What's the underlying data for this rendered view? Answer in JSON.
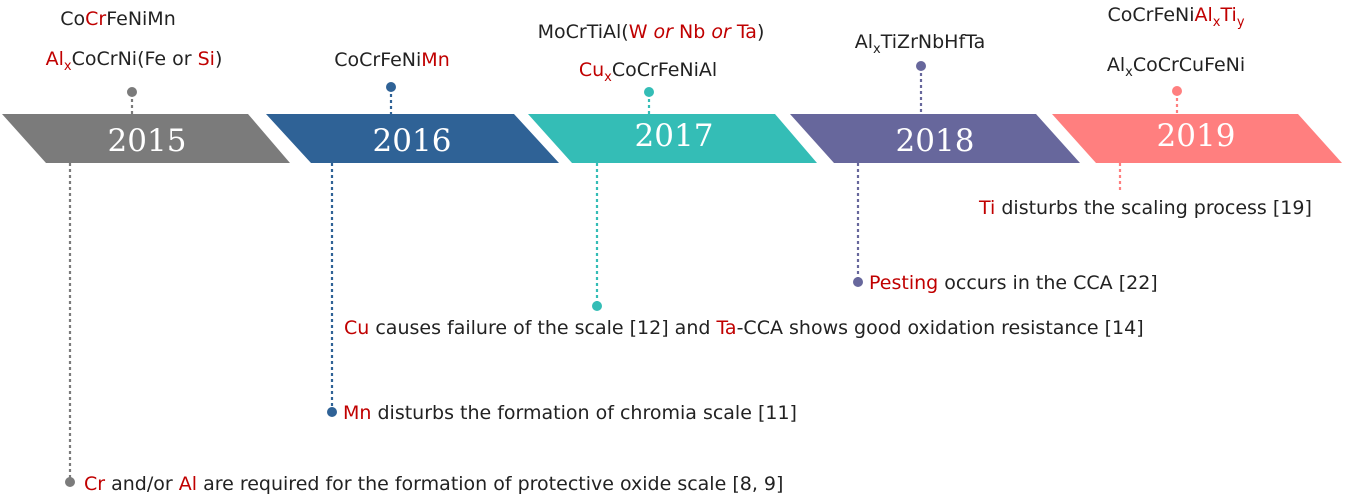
{
  "colors": {
    "2015": "#7b7b7b",
    "2016": "#2f6296",
    "2017": "#34bdb6",
    "2018": "#67679c",
    "2019": "#ff7f7f",
    "highlight": "#c00000",
    "text": "#222222"
  },
  "years": [
    "2015",
    "2016",
    "2017",
    "2018",
    "2019"
  ],
  "alloys": {
    "y2015": {
      "line1": [
        "Co",
        "Cr",
        "FeNiMn"
      ],
      "line2": [
        "Al",
        "x",
        "CoCrNi(Fe or ",
        "Si",
        ")"
      ]
    },
    "y2016": {
      "line1": [
        "CoCrFeNi",
        "Mn"
      ]
    },
    "y2017": {
      "line1": [
        "MoCrTiAl(",
        "W",
        " or ",
        "Nb",
        " or ",
        "Ta",
        ")"
      ],
      "line2": [
        "Cu",
        "x",
        "CoCrFeNiAl"
      ]
    },
    "y2018": {
      "line1": [
        "Al",
        "x",
        "TiZrNbHfTa"
      ]
    },
    "y2019": {
      "line1": [
        "CoCrFeNi",
        "Al",
        "x",
        "Ti",
        "y"
      ],
      "line2": [
        "Al",
        "x",
        "CoCrCuFeNi"
      ]
    }
  },
  "findings": {
    "f2015": [
      "Cr",
      " and/or ",
      "Al",
      " are required for the formation of protective oxide scale [8, 9]"
    ],
    "f2016": [
      "Mn",
      " disturbs the formation of chromia scale [11]"
    ],
    "f2017": [
      "Cu",
      " causes failure of the scale [12] and ",
      "Ta",
      "-CCA shows good oxidation resistance [14]"
    ],
    "f2018": [
      "Pesting",
      " occurs in the CCA [22]"
    ],
    "f2019": [
      "Ti",
      " disturbs the scaling process [19]"
    ]
  }
}
